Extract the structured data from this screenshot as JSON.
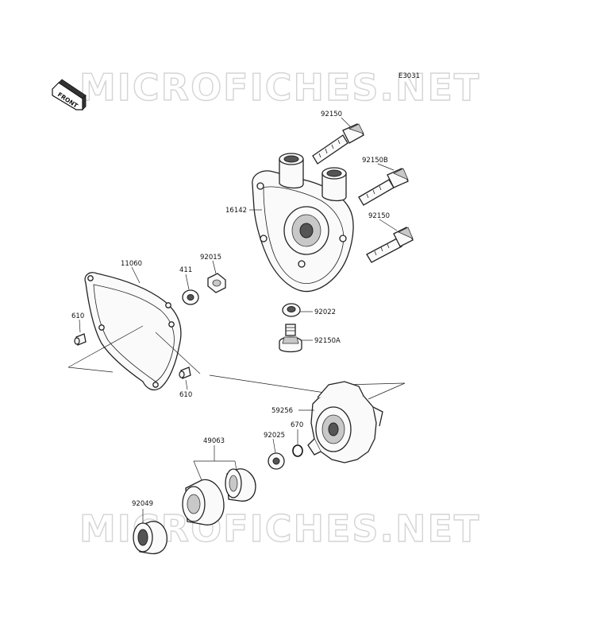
{
  "diagram": {
    "code": "E3031",
    "front_badge": "FRONT",
    "watermark_top": "MICROFICHES.NET",
    "watermark_bottom": "MICROFICHES.NET",
    "parts": {
      "p92150_top": "92150",
      "p92150B": "92150B",
      "p92150_mid": "92150",
      "p16142": "16142",
      "p11060": "11060",
      "p411": "411",
      "p92015": "92015",
      "p610_left": "610",
      "p610_bottom": "610",
      "p92022": "92022",
      "p92150A": "92150A",
      "p59256": "59256",
      "p670": "670",
      "p92025": "92025",
      "p49063": "49063",
      "p92049": "92049"
    }
  }
}
